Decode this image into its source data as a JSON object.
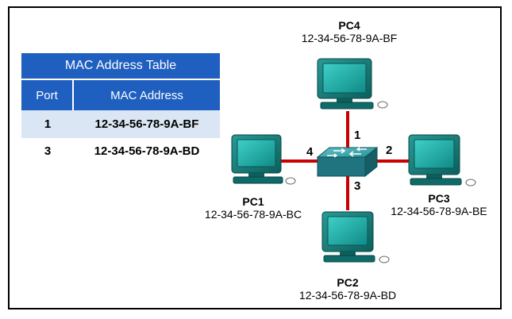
{
  "table": {
    "title": "MAC Address Table",
    "headers": [
      "Port",
      "MAC Address"
    ],
    "rows": [
      {
        "port": "1",
        "mac": "12-34-56-78-9A-BF"
      },
      {
        "port": "3",
        "mac": "12-34-56-78-9A-BD"
      }
    ]
  },
  "hosts": {
    "pc4": {
      "name": "PC4",
      "mac": "12-34-56-78-9A-BF"
    },
    "pc1": {
      "name": "PC1",
      "mac": "12-34-56-78-9A-BC"
    },
    "pc3": {
      "name": "PC3",
      "mac": "12-34-56-78-9A-BE"
    },
    "pc2": {
      "name": "PC2",
      "mac": "12-34-56-78-9A-BD"
    }
  },
  "ports": {
    "p1": "1",
    "p2": "2",
    "p3": "3",
    "p4": "4"
  },
  "colors": {
    "table_header": "#1f5fbf",
    "table_row_alt": "#dbe6f4",
    "link": "#cc0000",
    "device": "#1a8b8b",
    "switch": "#2a7f8c"
  }
}
